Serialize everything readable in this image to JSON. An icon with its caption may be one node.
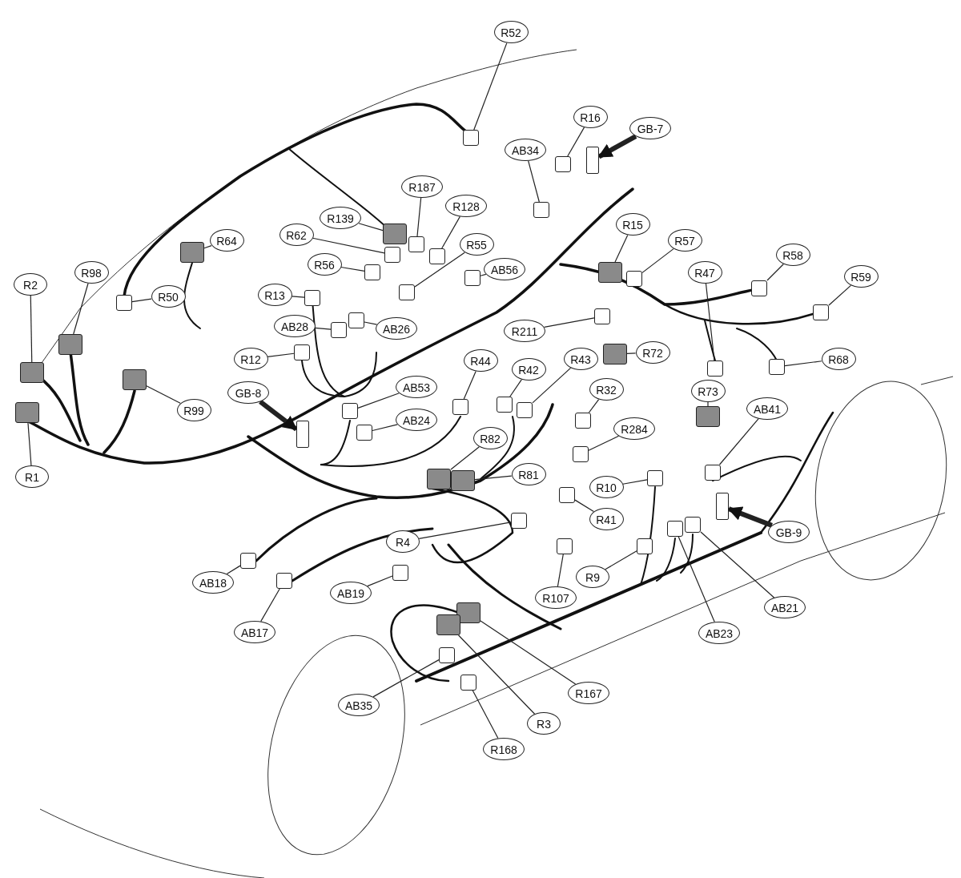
{
  "diagram": {
    "nodes": [
      {
        "text": [
          "R52"
        ]
      },
      {
        "text": [],
        "shape": "box"
      },
      {
        "text": [
          "R16"
        ]
      },
      {
        "text": [],
        "shape": "box"
      },
      {
        "text": [
          "GB-7"
        ]
      },
      {
        "text": [],
        "shape": "bar"
      },
      {
        "text": [
          "AB34"
        ]
      },
      {
        "text": [],
        "shape": "box"
      },
      {
        "text": [
          "R187"
        ]
      },
      {
        "text": [],
        "shape": "box"
      },
      {
        "text": [
          "R128"
        ]
      },
      {
        "text": [],
        "shape": "box"
      },
      {
        "text": [
          "R139"
        ]
      },
      {
        "text": [],
        "shape": "box"
      },
      {
        "text": [
          "R15"
        ]
      },
      {
        "text": [],
        "shape": "box"
      },
      {
        "text": [
          "R62"
        ]
      },
      {
        "text": [],
        "shape": "box"
      },
      {
        "text": [
          "R64"
        ]
      },
      {
        "text": [],
        "shape": "box"
      },
      {
        "text": [
          "R55"
        ]
      },
      {
        "text": [],
        "shape": "box"
      },
      {
        "text": [
          "R57"
        ]
      },
      {
        "text": [],
        "shape": "box"
      },
      {
        "text": [
          "R58"
        ]
      },
      {
        "text": [],
        "shape": "box"
      },
      {
        "text": [
          "R56"
        ]
      },
      {
        "text": [],
        "shape": "box"
      },
      {
        "text": [
          "AB56"
        ]
      },
      {
        "text": [],
        "shape": "box"
      },
      {
        "text": [
          "R98"
        ]
      },
      {
        "text": [],
        "shape": "box"
      },
      {
        "text": [
          "R47"
        ]
      },
      {
        "text": [],
        "shape": "box"
      },
      {
        "text": [
          "R59"
        ]
      },
      {
        "text": [],
        "shape": "box"
      },
      {
        "text": [
          "R2"
        ]
      },
      {
        "text": [],
        "shape": "box"
      },
      {
        "text": [
          "R13"
        ]
      },
      {
        "text": [],
        "shape": "box"
      },
      {
        "text": [
          "R50"
        ]
      },
      {
        "text": [],
        "shape": "box"
      },
      {
        "text": [
          "AB28"
        ]
      },
      {
        "text": [],
        "shape": "box"
      },
      {
        "text": [
          "AB26"
        ]
      },
      {
        "text": [],
        "shape": "box"
      },
      {
        "text": [
          "R211"
        ]
      },
      {
        "text": [],
        "shape": "box"
      },
      {
        "text": [
          "R72"
        ]
      },
      {
        "text": [],
        "shape": "box"
      },
      {
        "text": [
          "R12"
        ]
      },
      {
        "text": [],
        "shape": "box"
      },
      {
        "text": [
          "R68"
        ]
      },
      {
        "text": [],
        "shape": "box"
      },
      {
        "text": [
          "R42"
        ]
      },
      {
        "text": [],
        "shape": "box"
      },
      {
        "text": [
          "R43"
        ]
      },
      {
        "text": [],
        "shape": "box"
      },
      {
        "text": [
          "R44"
        ]
      },
      {
        "text": [],
        "shape": "box"
      },
      {
        "text": [
          "AB53"
        ]
      },
      {
        "text": [],
        "shape": "box"
      },
      {
        "text": [
          "R32"
        ]
      },
      {
        "text": [],
        "shape": "box"
      },
      {
        "text": [
          "R73"
        ]
      },
      {
        "text": [],
        "shape": "box"
      },
      {
        "text": [
          "GB-8"
        ]
      },
      {
        "text": [],
        "shape": "bar"
      },
      {
        "text": [
          "AB41"
        ]
      },
      {
        "text": [],
        "shape": "box"
      },
      {
        "text": [
          "R99"
        ]
      },
      {
        "text": [],
        "shape": "box"
      },
      {
        "text": [
          "AB24"
        ]
      },
      {
        "text": [],
        "shape": "box"
      },
      {
        "text": [
          "R284"
        ]
      },
      {
        "text": [],
        "shape": "box"
      },
      {
        "text": [
          "R82"
        ]
      },
      {
        "text": [],
        "shape": "box"
      },
      {
        "text": [
          "R1"
        ]
      },
      {
        "text": [],
        "shape": "box"
      },
      {
        "text": [
          "R81"
        ]
      },
      {
        "text": [],
        "shape": "box"
      },
      {
        "text": [
          "R10"
        ]
      },
      {
        "text": [],
        "shape": "box"
      },
      {
        "text": [
          "R41"
        ]
      },
      {
        "text": [],
        "shape": "box"
      },
      {
        "text": [
          "GB-9"
        ]
      },
      {
        "text": [],
        "shape": "bar"
      },
      {
        "text": [
          "R4"
        ]
      },
      {
        "text": [],
        "shape": "box"
      },
      {
        "text": [
          "R9"
        ]
      },
      {
        "text": [],
        "shape": "box"
      },
      {
        "text": [
          "AB18"
        ]
      },
      {
        "text": [],
        "shape": "box"
      },
      {
        "text": [
          "AB19"
        ]
      },
      {
        "text": [],
        "shape": "box"
      },
      {
        "text": [
          "R107"
        ]
      },
      {
        "text": [],
        "shape": "box"
      },
      {
        "text": [
          "AB21"
        ]
      },
      {
        "text": [],
        "shape": "box"
      },
      {
        "text": [
          "AB23"
        ]
      },
      {
        "text": [],
        "shape": "box"
      },
      {
        "text": [
          "AB17"
        ]
      },
      {
        "text": [],
        "shape": "box"
      },
      {
        "text": [
          "R167"
        ]
      },
      {
        "text": [],
        "shape": "box"
      },
      {
        "text": [
          "AB35"
        ]
      },
      {
        "text": [],
        "shape": "box"
      },
      {
        "text": [
          "R3"
        ]
      },
      {
        "text": [],
        "shape": "box"
      },
      {
        "text": [
          "R168"
        ]
      },
      {
        "text": [],
        "shape": "box"
      }
    ],
    "edges": [
      {
        "from": 0,
        "to": 1,
        "arrow": "none"
      },
      {
        "from": 2,
        "to": 3,
        "arrow": "none"
      },
      {
        "from": 4,
        "to": 5,
        "arrow": "to",
        "style": "thick"
      },
      {
        "from": 6,
        "to": 7,
        "arrow": "none"
      },
      {
        "from": 8,
        "to": 9,
        "arrow": "none"
      },
      {
        "from": 10,
        "to": 11,
        "arrow": "none"
      },
      {
        "from": 12,
        "to": 13,
        "arrow": "none"
      },
      {
        "from": 14,
        "to": 15,
        "arrow": "none"
      },
      {
        "from": 16,
        "to": 17,
        "arrow": "none"
      },
      {
        "from": 18,
        "to": 19,
        "arrow": "none"
      },
      {
        "from": 20,
        "to": 21,
        "arrow": "none"
      },
      {
        "from": 22,
        "to": 23,
        "arrow": "none"
      },
      {
        "from": 24,
        "to": 25,
        "arrow": "none"
      },
      {
        "from": 26,
        "to": 27,
        "arrow": "none"
      },
      {
        "from": 28,
        "to": 29,
        "arrow": "none"
      },
      {
        "from": 30,
        "to": 31,
        "arrow": "none"
      },
      {
        "from": 32,
        "to": 33,
        "arrow": "none"
      },
      {
        "from": 34,
        "to": 35,
        "arrow": "none"
      },
      {
        "from": 36,
        "to": 37,
        "arrow": "none"
      },
      {
        "from": 38,
        "to": 39,
        "arrow": "none"
      },
      {
        "from": 40,
        "to": 41,
        "arrow": "none"
      },
      {
        "from": 42,
        "to": 43,
        "arrow": "none"
      },
      {
        "from": 44,
        "to": 45,
        "arrow": "none"
      },
      {
        "from": 46,
        "to": 47,
        "arrow": "none"
      },
      {
        "from": 48,
        "to": 49,
        "arrow": "none"
      },
      {
        "from": 50,
        "to": 51,
        "arrow": "none"
      },
      {
        "from": 52,
        "to": 53,
        "arrow": "none"
      },
      {
        "from": 54,
        "to": 55,
        "arrow": "none"
      },
      {
        "from": 56,
        "to": 57,
        "arrow": "none"
      },
      {
        "from": 58,
        "to": 59,
        "arrow": "none"
      },
      {
        "from": 60,
        "to": 61,
        "arrow": "none"
      },
      {
        "from": 62,
        "to": 63,
        "arrow": "none"
      },
      {
        "from": 64,
        "to": 65,
        "arrow": "none"
      },
      {
        "from": 66,
        "to": 67,
        "arrow": "to",
        "style": "thick"
      },
      {
        "from": 68,
        "to": 69,
        "arrow": "none"
      },
      {
        "from": 70,
        "to": 71,
        "arrow": "none"
      },
      {
        "from": 72,
        "to": 73,
        "arrow": "none"
      },
      {
        "from": 74,
        "to": 75,
        "arrow": "none"
      },
      {
        "from": 76,
        "to": 77,
        "arrow": "none"
      },
      {
        "from": 78,
        "to": 79,
        "arrow": "none"
      },
      {
        "from": 80,
        "to": 81,
        "arrow": "none"
      },
      {
        "from": 82,
        "to": 83,
        "arrow": "none"
      },
      {
        "from": 84,
        "to": 85,
        "arrow": "none"
      },
      {
        "from": 86,
        "to": 87,
        "arrow": "to",
        "style": "thick"
      },
      {
        "from": 88,
        "to": 89,
        "arrow": "none"
      },
      {
        "from": 90,
        "to": 91,
        "arrow": "none"
      },
      {
        "from": 92,
        "to": 93,
        "arrow": "none"
      },
      {
        "from": 94,
        "to": 95,
        "arrow": "none"
      },
      {
        "from": 96,
        "to": 97,
        "arrow": "none"
      },
      {
        "from": 98,
        "to": 99,
        "arrow": "none"
      },
      {
        "from": 100,
        "to": 101,
        "arrow": "none"
      },
      {
        "from": 102,
        "to": 103,
        "arrow": "none"
      },
      {
        "from": 104,
        "to": 105,
        "arrow": "none"
      },
      {
        "from": 106,
        "to": 107,
        "arrow": "none"
      },
      {
        "from": 108,
        "to": 109,
        "arrow": "none"
      },
      {
        "from": 110,
        "to": 111,
        "arrow": "none"
      }
    ]
  }
}
